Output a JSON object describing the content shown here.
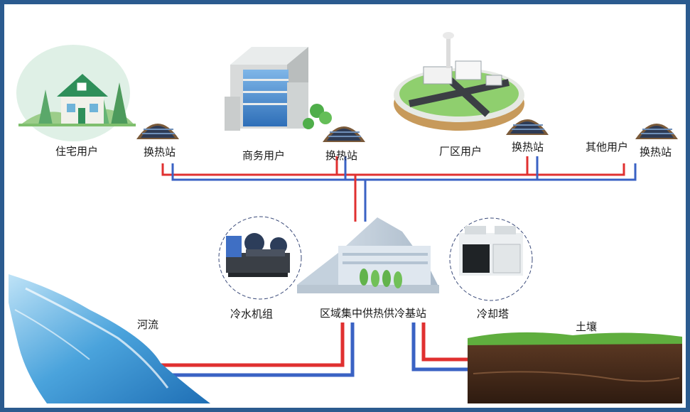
{
  "users": [
    {
      "name": "住宅用户"
    },
    {
      "name": "商务用户"
    },
    {
      "name": "厂区用户"
    },
    {
      "name": "其他用户"
    }
  ],
  "stations": [
    {
      "label": "换热站"
    },
    {
      "label": "换热站"
    },
    {
      "label": "换热站"
    },
    {
      "label": "换热站"
    }
  ],
  "plant": {
    "label": "区域集中供热供冷基站"
  },
  "chiller": {
    "label": "冷水机组"
  },
  "cooling_tower": {
    "label": "冷却塔"
  },
  "river": {
    "label": "河流"
  },
  "soil": {
    "label": "土壤"
  },
  "colors": {
    "supply_pipe": "#e03030",
    "return_pipe": "#3a62c4",
    "frame": "#2b5b8f"
  }
}
